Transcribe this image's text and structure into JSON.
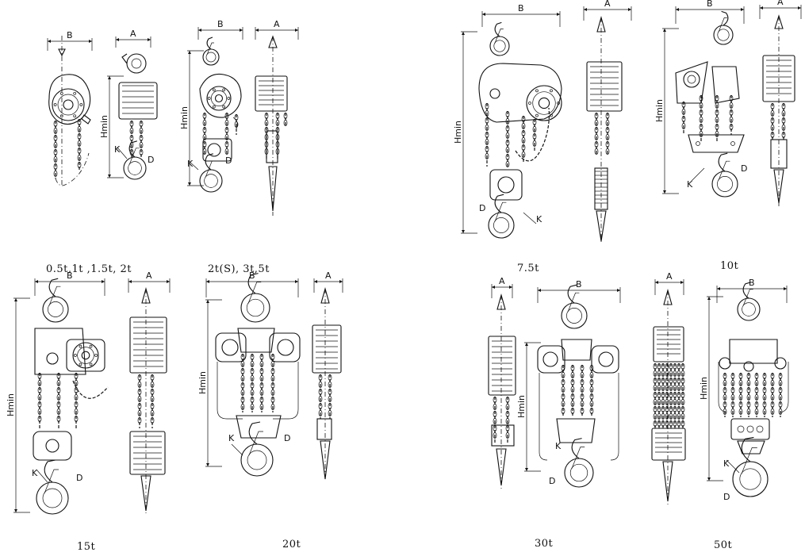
{
  "labels": {
    "A": "A",
    "B": "B",
    "Hmin": "Hmin",
    "K": "K",
    "D": "D"
  },
  "captions": {
    "small": "0.5t,1t ,1.5t, 2t",
    "mid": "2t(S), 3t,5t",
    "t75": "7.5t",
    "t10": "10t",
    "t15": "15t",
    "t20": "20t",
    "t30": "30t",
    "t50": "50t"
  }
}
